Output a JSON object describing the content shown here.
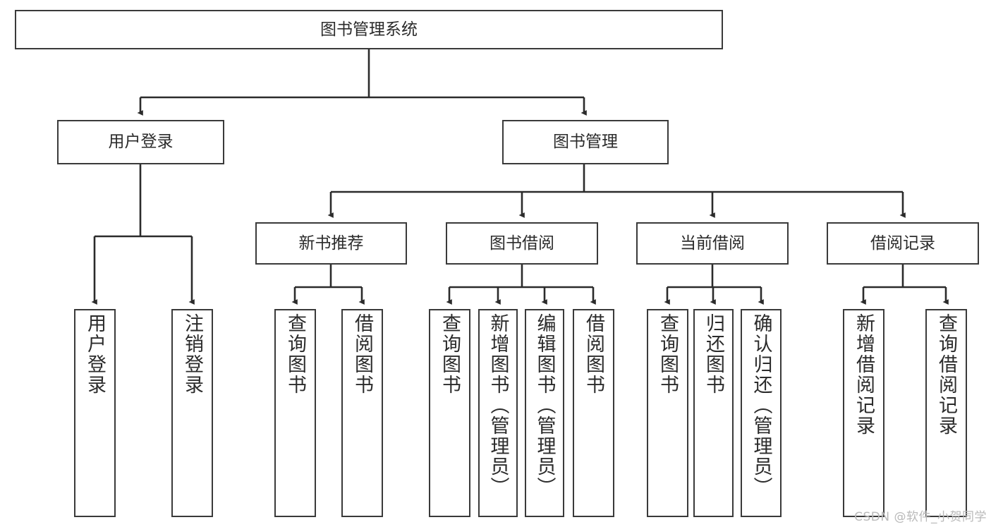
{
  "diagram": {
    "title": "图书管理系统",
    "type": "tree-hierarchy-diagram",
    "style": {
      "box_border_color": "#3a3a3a",
      "box_fill_color": "#ffffff",
      "edge_color": "#2b2b2b",
      "text_color": "#2b2b2b",
      "background": "#ffffff",
      "watermark_color": "#b9b9b9"
    },
    "root": {
      "label": "图书管理系统"
    },
    "level2": [
      {
        "label": "用户登录"
      },
      {
        "label": "图书管理"
      }
    ],
    "level3": [
      {
        "label": "新书推荐"
      },
      {
        "label": "图书借阅"
      },
      {
        "label": "当前借阅"
      },
      {
        "label": "借阅记录"
      }
    ],
    "leaves": {
      "user_login": [
        {
          "label": "用户登录"
        },
        {
          "label": "注销登录"
        }
      ],
      "new_book_recommend": [
        {
          "label": "查询图书"
        },
        {
          "label": "借阅图书"
        }
      ],
      "book_borrow": [
        {
          "label": "查询图书"
        },
        {
          "label": "新增图书（管理员）"
        },
        {
          "label": "编辑图书（管理员）"
        },
        {
          "label": "借阅图书"
        }
      ],
      "current_borrow": [
        {
          "label": "查询图书"
        },
        {
          "label": "归还图书"
        },
        {
          "label": "确认归还（管理员）"
        }
      ],
      "borrow_record": [
        {
          "label": "新增借阅记录"
        },
        {
          "label": "查询借阅记录"
        }
      ]
    }
  },
  "watermark": {
    "text": "CSDN @软件_小贺同学"
  }
}
